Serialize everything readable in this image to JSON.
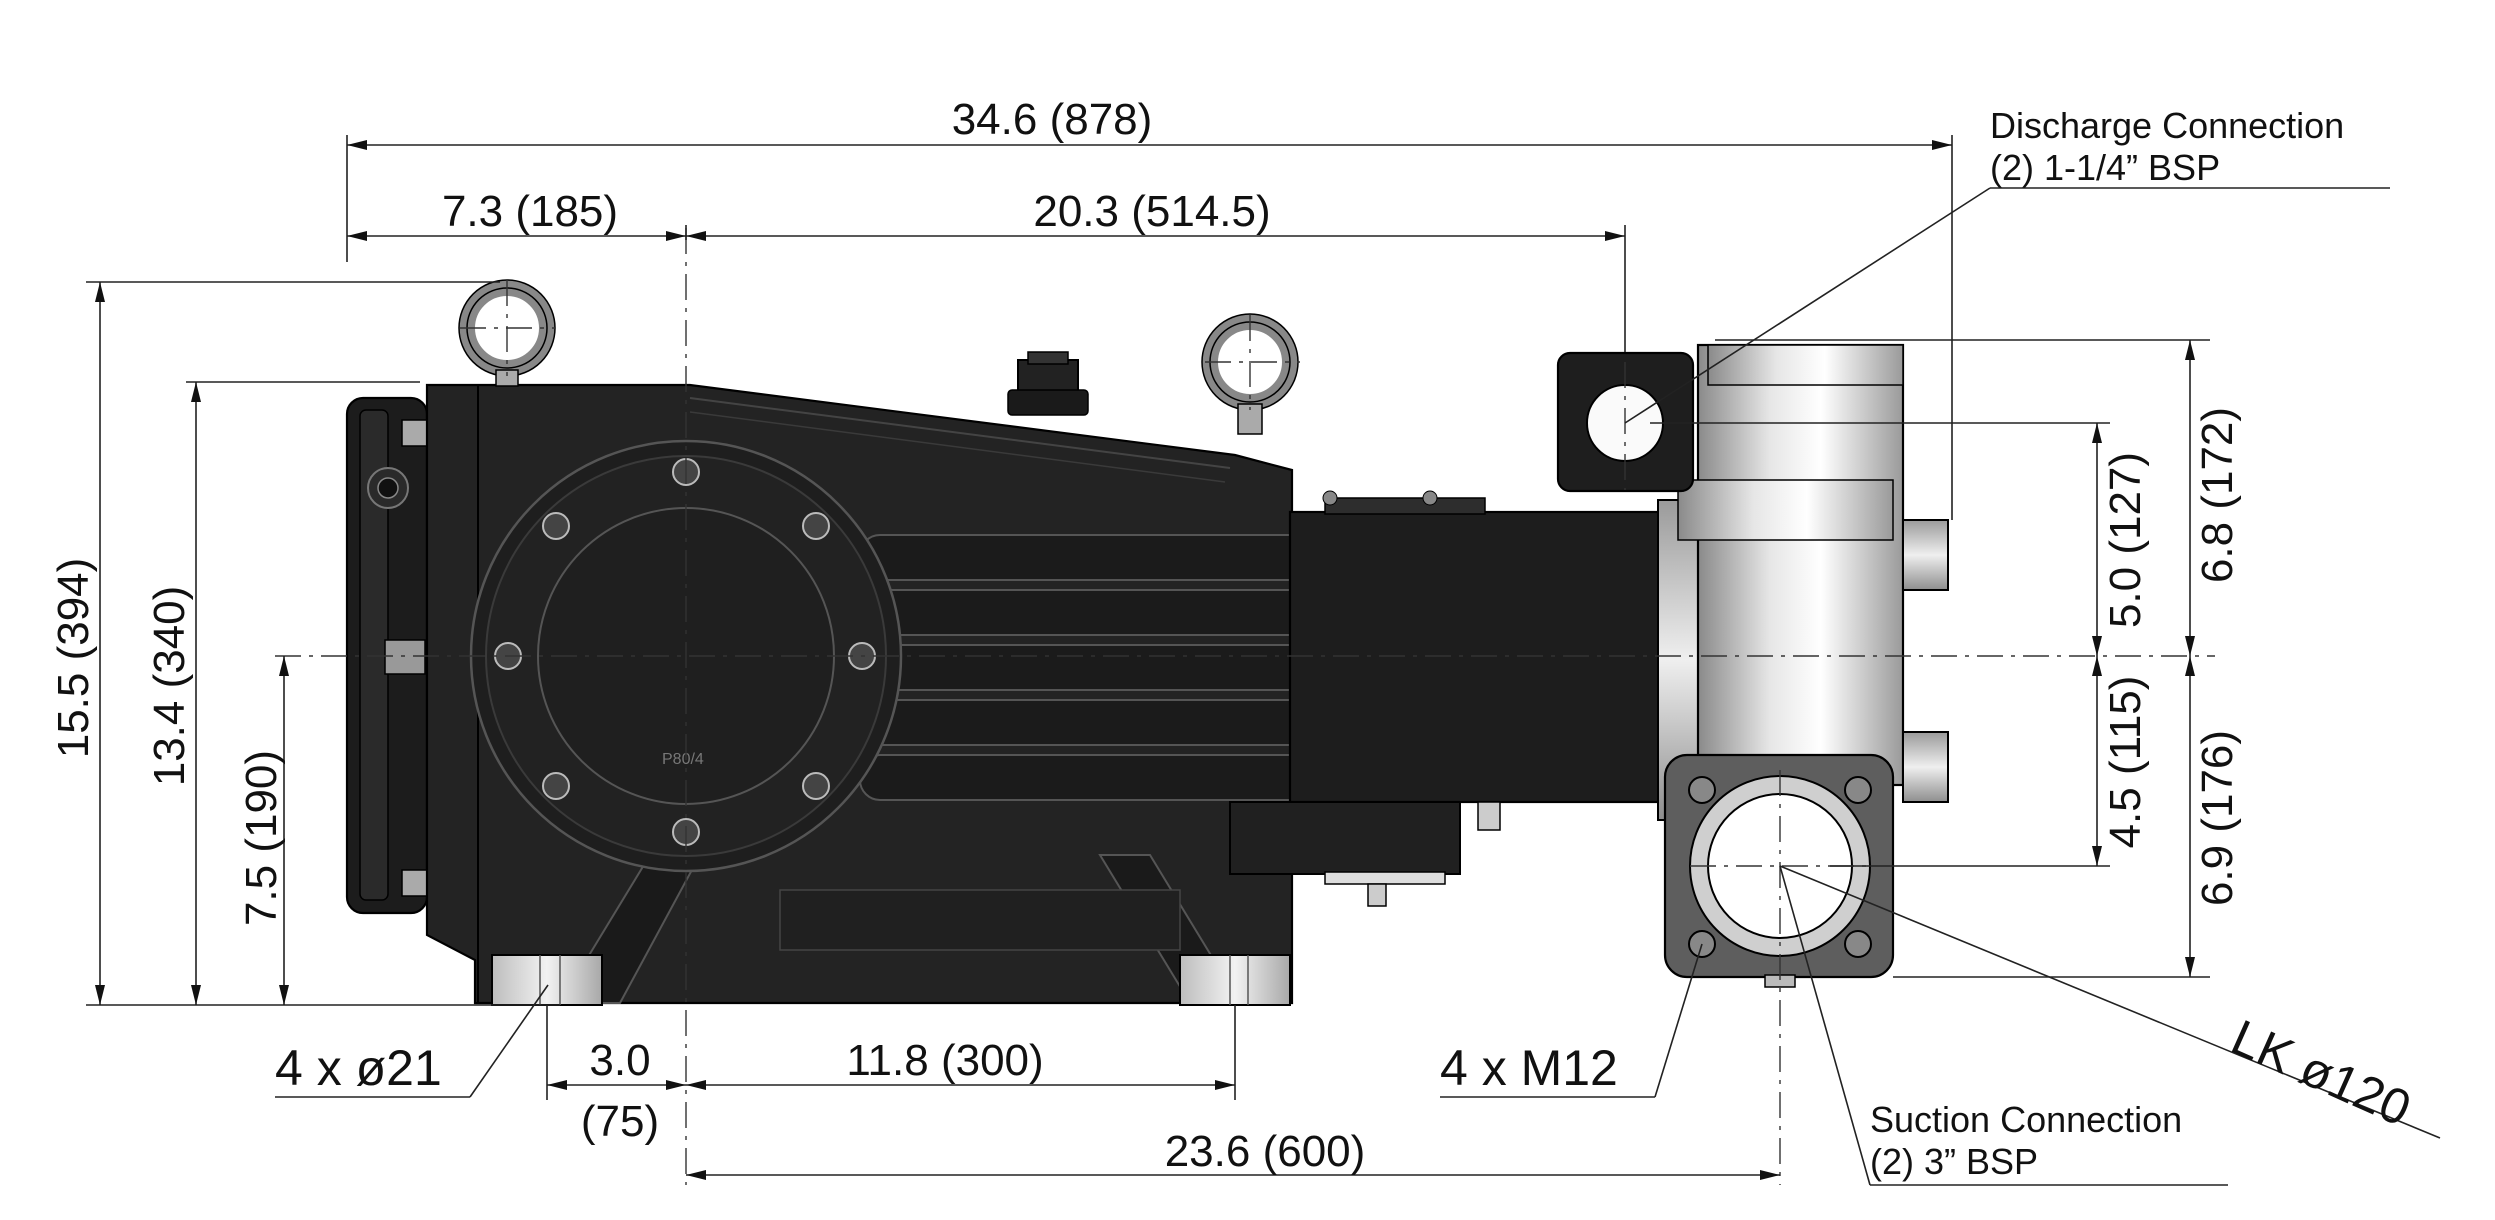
{
  "dimensions": {
    "overall_length": "34.6 (878)",
    "left_to_center": "7.3 (185)",
    "center_to_discharge": "20.3 (514.5)",
    "overall_height": "15.5 (394)",
    "body_height": "13.4 (340)",
    "shaft_height": "7.5 (190)",
    "discharge_above_center": "5.0 (127)",
    "discharge_overall": "6.8 (172)",
    "suction_below_center": "4.5 (115)",
    "suction_overall": "6.9 (176)",
    "foot_offset_a": "3.0",
    "foot_offset_b": "(75)",
    "foot_spacing": "11.8 (300)",
    "center_to_suction": "23.6 (600)"
  },
  "callouts": {
    "mount_holes": "4 x ø21",
    "flange_bolts": "4 x M12",
    "bolt_circle": "LK ø120",
    "discharge_title": "Discharge Connection",
    "discharge_spec": "(2) 1-1/4” BSP",
    "suction_title": "Suction Connection",
    "suction_spec": "(2) 3” BSP",
    "model_marking": "P80/4"
  }
}
